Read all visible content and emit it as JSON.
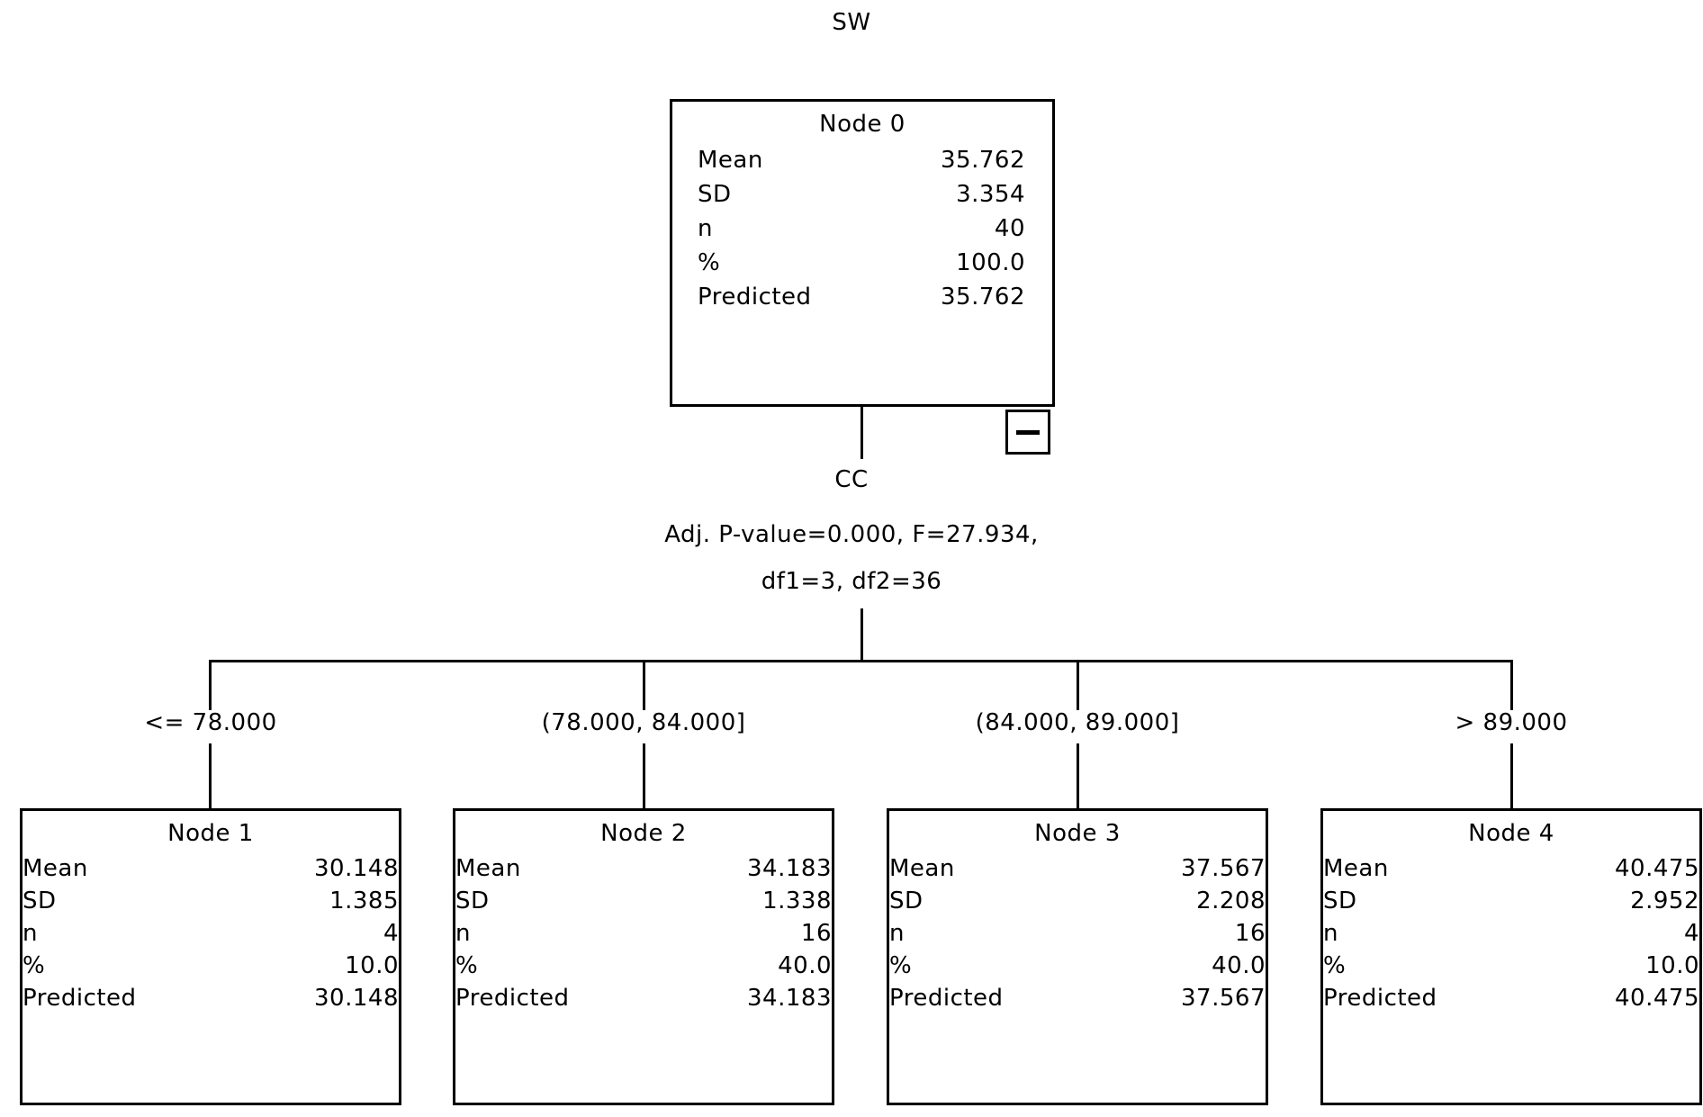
{
  "title": "SW",
  "chart_data": {
    "type": "tree",
    "title": "SW",
    "target": "SW",
    "root": {
      "label": "Node 0",
      "rows": [
        {
          "key": "Mean",
          "value": "35.762"
        },
        {
          "key": "SD",
          "value": "3.354"
        },
        {
          "key": "n",
          "value": "40"
        },
        {
          "key": "%",
          "value": "100.0"
        },
        {
          "key": "Predicted",
          "value": "35.762"
        }
      ]
    },
    "split": {
      "variable": "CC",
      "stats_line_1": "Adj. P-value=0.000, F=27.934,",
      "stats_line_2": "df1=3, df2=36",
      "adj_p_value": "0.000",
      "f": "27.934",
      "df1": "3",
      "df2": "36"
    },
    "branches": [
      {
        "label": "<= 78.000",
        "node": {
          "label": "Node 1",
          "rows": [
            {
              "key": "Mean",
              "value": "30.148"
            },
            {
              "key": "SD",
              "value": "1.385"
            },
            {
              "key": "n",
              "value": "4"
            },
            {
              "key": "%",
              "value": "10.0"
            },
            {
              "key": "Predicted",
              "value": "30.148"
            }
          ]
        }
      },
      {
        "label": "(78.000, 84.000]",
        "node": {
          "label": "Node 2",
          "rows": [
            {
              "key": "Mean",
              "value": "34.183"
            },
            {
              "key": "SD",
              "value": "1.338"
            },
            {
              "key": "n",
              "value": "16"
            },
            {
              "key": "%",
              "value": "40.0"
            },
            {
              "key": "Predicted",
              "value": "34.183"
            }
          ]
        }
      },
      {
        "label": "(84.000, 89.000]",
        "node": {
          "label": "Node 3",
          "rows": [
            {
              "key": "Mean",
              "value": "37.567"
            },
            {
              "key": "SD",
              "value": "2.208"
            },
            {
              "key": "n",
              "value": "16"
            },
            {
              "key": "%",
              "value": "40.0"
            },
            {
              "key": "Predicted",
              "value": "37.567"
            }
          ]
        }
      },
      {
        "label": "> 89.000",
        "node": {
          "label": "Node 4",
          "rows": [
            {
              "key": "Mean",
              "value": "40.475"
            },
            {
              "key": "SD",
              "value": "2.952"
            },
            {
              "key": "n",
              "value": "4"
            },
            {
              "key": "%",
              "value": "10.0"
            },
            {
              "key": "Predicted",
              "value": "40.475"
            }
          ]
        }
      }
    ],
    "collapse_button": {
      "icon": "minus-icon",
      "state": "expanded"
    },
    "colors": {
      "line": "#000000",
      "text": "#000000",
      "background": "#ffffff"
    }
  }
}
